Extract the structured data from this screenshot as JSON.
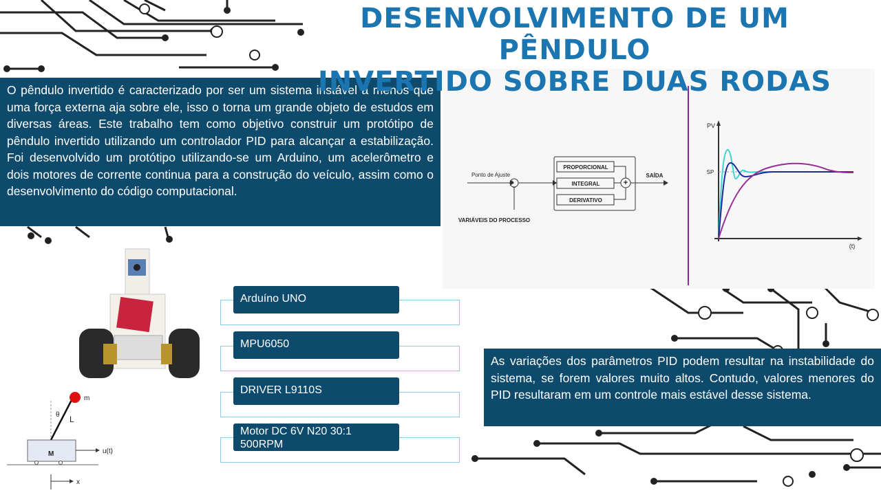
{
  "title": {
    "line1": "DESENVOLVIMENTO DE UM PÊNDULO",
    "line2": "INVERTIDO SOBRE DUAS RODAS"
  },
  "intro_text": "O pêndulo invertido é caracterizado por ser um sistema instável a menos que uma força externa aja sobre ele, isso o torna um grande objeto de estudos em diversas áreas. Este trabalho tem como objetivo construir um protótipo de pêndulo invertido utilizando um controlador PID para alcançar a estabilização. Foi desenvolvido um protótipo utilizando-se um Arduino, um acelerômetro e dois motores de corrente continua para a construção do veículo, assim como o desenvolvimento do código computacional.",
  "pid_diagram": {
    "setpoint": "Ponto de Ajuste",
    "proportional": "PROPORCIONAL",
    "integral": "INTEGRAL",
    "derivative": "DERIVATIVO",
    "output": "SAÍDA",
    "process_vars": "VARIÁVEIS DO PROCESSO",
    "plus": "+",
    "minus": "−"
  },
  "response_plot": {
    "ylabel": "PV",
    "sp": "SP",
    "xlabel": "(t)",
    "colors": [
      "#3fd6d0",
      "#1c2a9c",
      "#9a2d94"
    ]
  },
  "pendulum": {
    "mass_bob": "m",
    "angle": "θ",
    "length": "L",
    "cart": "M",
    "force": "u(t)",
    "position": "x"
  },
  "components": [
    "Arduíno UNO",
    "MPU6050",
    "DRIVER L9110S",
    "Motor DC 6V N20 30:1 500RPM"
  ],
  "conclusion_text": "As variações dos parâmetros PID podem resultar na instabilidade do sistema, se forem valores muito altos. Contudo, valores menores do PID resultaram em um controle mais estável desse sistema."
}
